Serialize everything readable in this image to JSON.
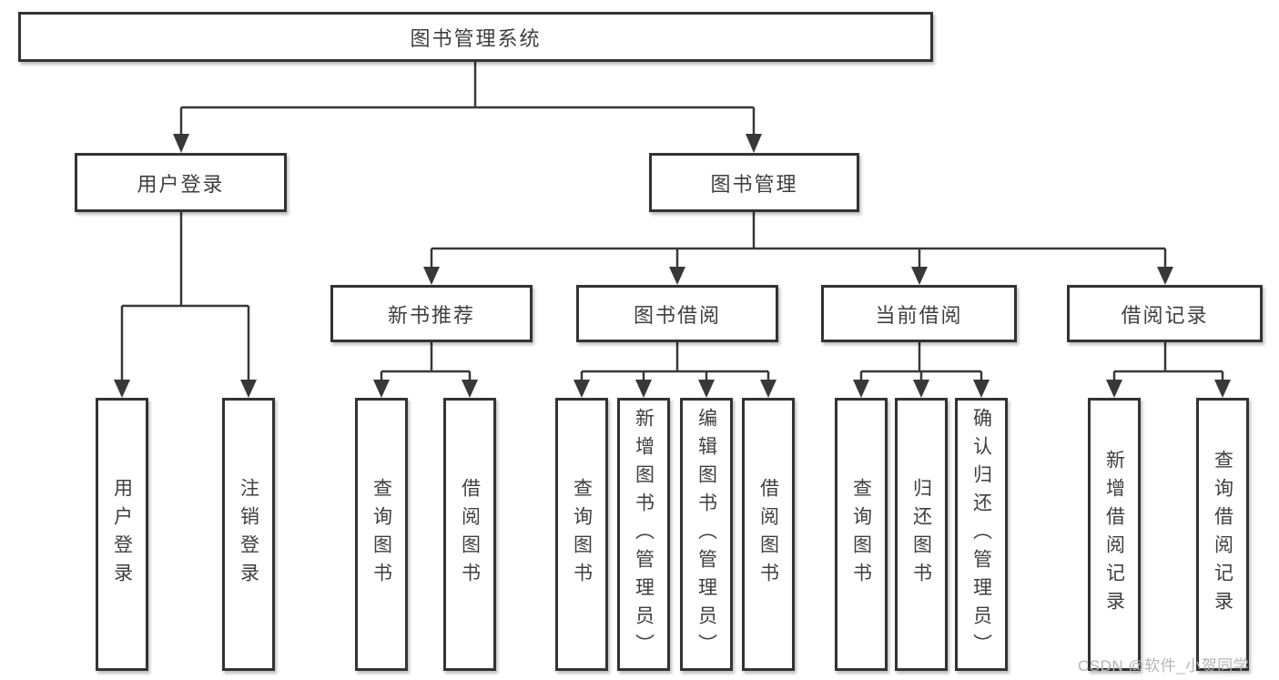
{
  "tree": {
    "root": {
      "label": "图书管理系统"
    },
    "branches": [
      {
        "label": "用户登录",
        "children": [
          {
            "label": "用户登录"
          },
          {
            "label": "注销登录"
          }
        ]
      },
      {
        "label": "图书管理",
        "groups": [
          {
            "label": "新书推荐",
            "children": [
              {
                "label": "查询图书"
              },
              {
                "label": "借阅图书"
              }
            ]
          },
          {
            "label": "图书借阅",
            "children": [
              {
                "label": "查询图书"
              },
              {
                "label": "新增图书（管理员）"
              },
              {
                "label": "编辑图书（管理员）"
              },
              {
                "label": "借阅图书"
              }
            ]
          },
          {
            "label": "当前借阅",
            "children": [
              {
                "label": "查询图书"
              },
              {
                "label": "归还图书"
              },
              {
                "label": "确认归还（管理员）"
              }
            ]
          },
          {
            "label": "借阅记录",
            "children": [
              {
                "label": "新增借阅记录"
              },
              {
                "label": "查询借阅记录"
              }
            ]
          }
        ]
      }
    ]
  },
  "watermark": {
    "text": "CSDN @软件_小贺同学"
  },
  "colors": {
    "line": "#383838",
    "border": "#333333",
    "text": "#3f3f3f",
    "watermark": "#b5b5b5",
    "background": "#ffffff"
  }
}
